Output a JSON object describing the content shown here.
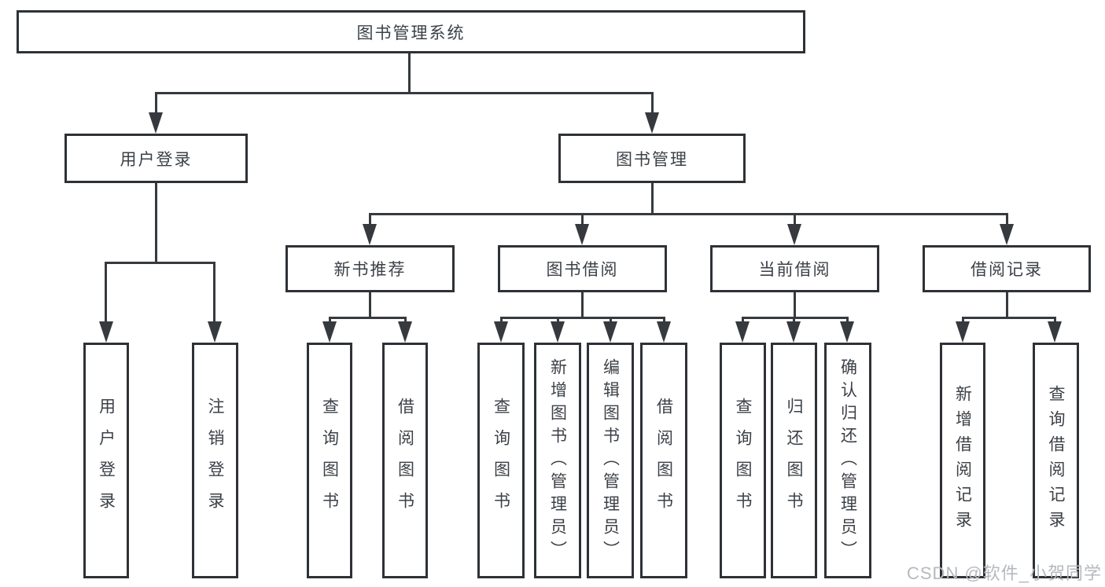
{
  "diagram_title": "图书管理系统",
  "tree": {
    "label": "图书管理系统",
    "children": [
      {
        "label": "用户登录",
        "children": [
          {
            "label": "用户登录"
          },
          {
            "label": "注销登录"
          }
        ]
      },
      {
        "label": "图书管理",
        "children": [
          {
            "label": "新书推荐",
            "children": [
              {
                "label": "查询图书"
              },
              {
                "label": "借阅图书"
              }
            ]
          },
          {
            "label": "图书借阅",
            "children": [
              {
                "label": "查询图书"
              },
              {
                "label": "新增图书（管理员）"
              },
              {
                "label": "编辑图书（管理员）"
              },
              {
                "label": "借阅图书"
              }
            ]
          },
          {
            "label": "当前借阅",
            "children": [
              {
                "label": "查询图书"
              },
              {
                "label": "归还图书"
              },
              {
                "label": "确认归还（管理员）"
              }
            ]
          },
          {
            "label": "借阅记录",
            "children": [
              {
                "label": "新增借阅记录"
              },
              {
                "label": "查询借阅记录"
              }
            ]
          }
        ]
      }
    ]
  },
  "watermark": {
    "text": "CSDN @软件_小贺同学"
  },
  "colors": {
    "background": "#ffffff",
    "box_border": "#2e3236",
    "connector": "#363a3e",
    "text": "#3c4147",
    "watermark": "#b5b9be"
  }
}
